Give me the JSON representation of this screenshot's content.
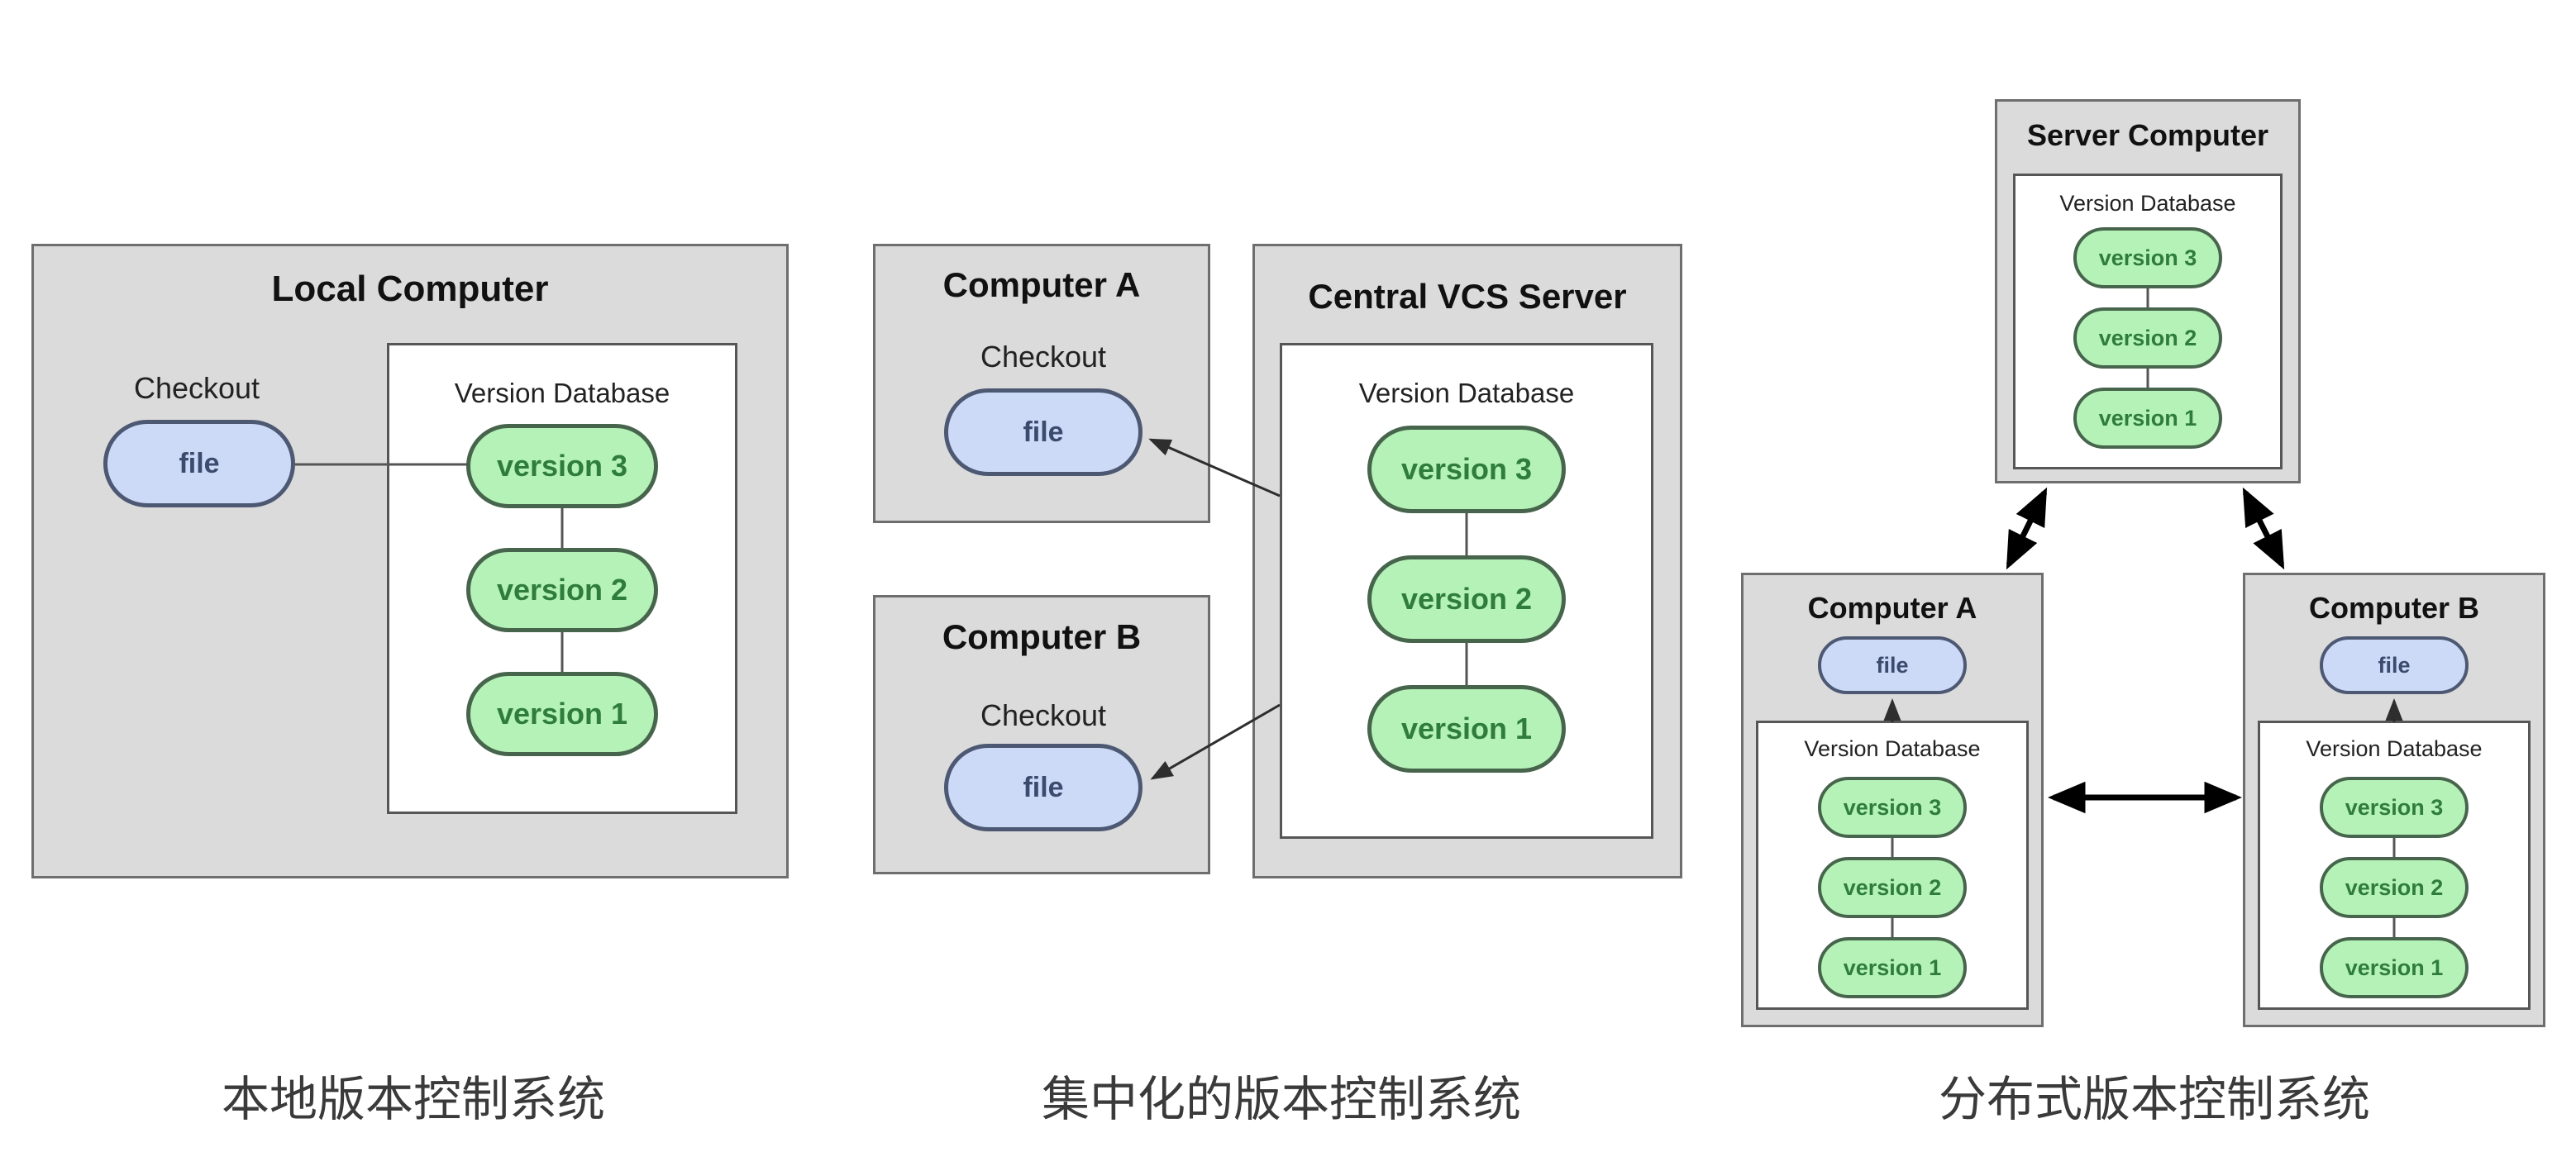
{
  "colors": {
    "computer_box_fill": "#dbdbdb",
    "computer_box_border": "#6e6e6e",
    "database_box_fill": "#ffffff",
    "database_box_border": "#565656",
    "version_pill_fill": "#b5f2b8",
    "version_pill_border": "#47654c",
    "version_pill_text": "#2f7d3b",
    "file_pill_fill": "#ccdaf8",
    "file_pill_border": "#4d5873",
    "file_pill_text": "#3c4a6e",
    "connector_color": "#555555",
    "arrow_color": "#2e2e2e",
    "double_arrow_color": "#000000",
    "caption_text": "#3a3a3a"
  },
  "diagrams": {
    "local": {
      "caption": "本地版本控制系统",
      "computer": {
        "title": "Local Computer",
        "checkout_label": "Checkout",
        "file_label": "file",
        "database": {
          "title": "Version Database",
          "versions": [
            "version 3",
            "version 2",
            "version 1"
          ]
        }
      }
    },
    "centralized": {
      "caption": "集中化的版本控制系统",
      "computer_a": {
        "title": "Computer A",
        "checkout_label": "Checkout",
        "file_label": "file"
      },
      "computer_b": {
        "title": "Computer B",
        "checkout_label": "Checkout",
        "file_label": "file"
      },
      "server": {
        "title": "Central VCS Server",
        "database": {
          "title": "Version Database",
          "versions": [
            "version 3",
            "version 2",
            "version 1"
          ]
        }
      }
    },
    "distributed": {
      "caption": "分布式版本控制系统",
      "server": {
        "title": "Server Computer",
        "database": {
          "title": "Version Database",
          "versions": [
            "version 3",
            "version 2",
            "version 1"
          ]
        }
      },
      "computer_a": {
        "title": "Computer A",
        "file_label": "file",
        "database": {
          "title": "Version Database",
          "versions": [
            "version 3",
            "version 2",
            "version 1"
          ]
        }
      },
      "computer_b": {
        "title": "Computer B",
        "file_label": "file",
        "database": {
          "title": "Version Database",
          "versions": [
            "version 3",
            "version 2",
            "version 1"
          ]
        }
      }
    }
  }
}
